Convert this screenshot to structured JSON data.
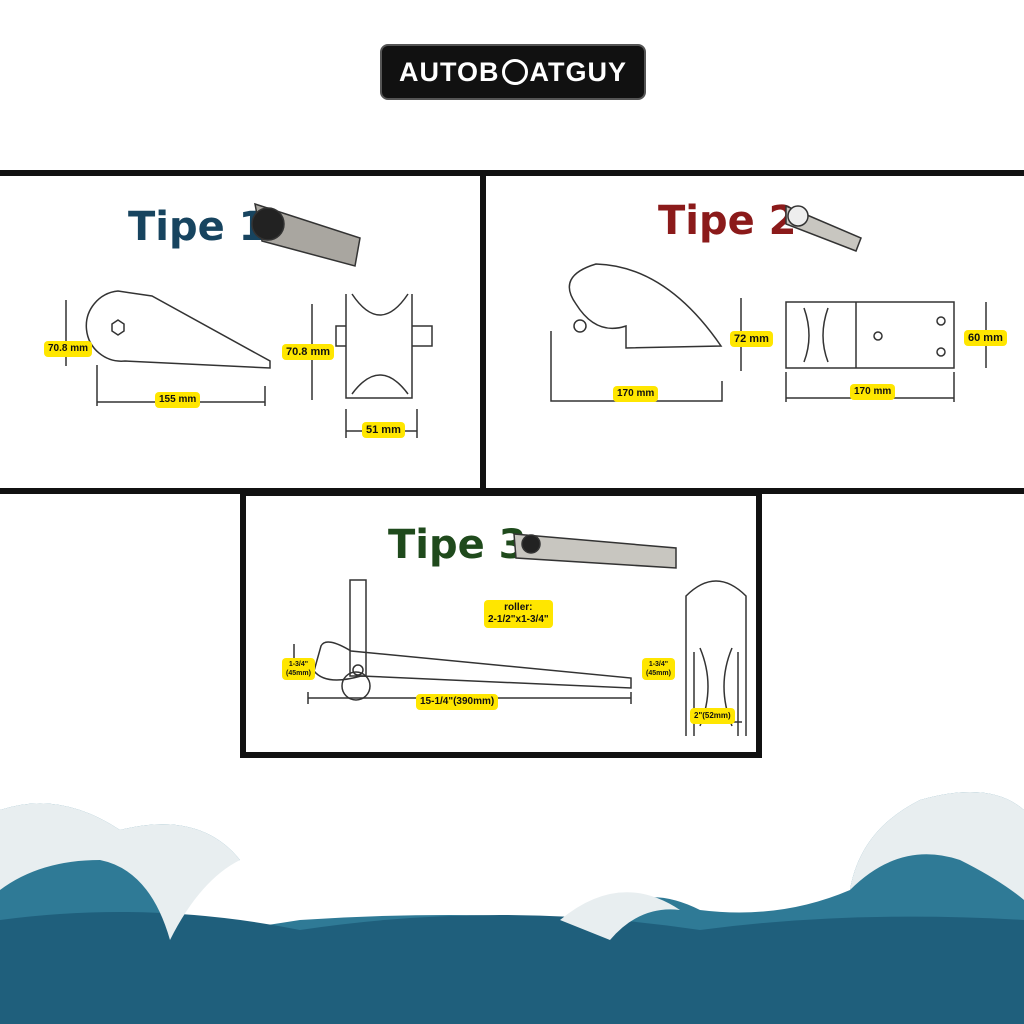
{
  "logo": {
    "text_left": "AUTOB",
    "text_right": "ATGUY"
  },
  "tipe1": {
    "title": "Tipe 1",
    "height_side": "70.8 mm",
    "length": "155 mm",
    "height_front": "70.8 mm",
    "width": "51 mm",
    "color": "#17445f"
  },
  "tipe2": {
    "title": "Tipe 2",
    "height_side": "72 mm",
    "length_side": "170 mm",
    "height_top": "60 mm",
    "length_top": "170 mm",
    "color": "#8b1a1a"
  },
  "tipe3": {
    "title": "Tipe 3",
    "roller": "roller:\n2-1/2\"x1-3/4\"",
    "height_side": "1-3/4\"\n(45mm)",
    "length": "15-1/4\"(390mm)",
    "height_front": "1-3/4\"\n(45mm)",
    "width": "2\"(52mm)",
    "color": "#1f4a1c"
  }
}
